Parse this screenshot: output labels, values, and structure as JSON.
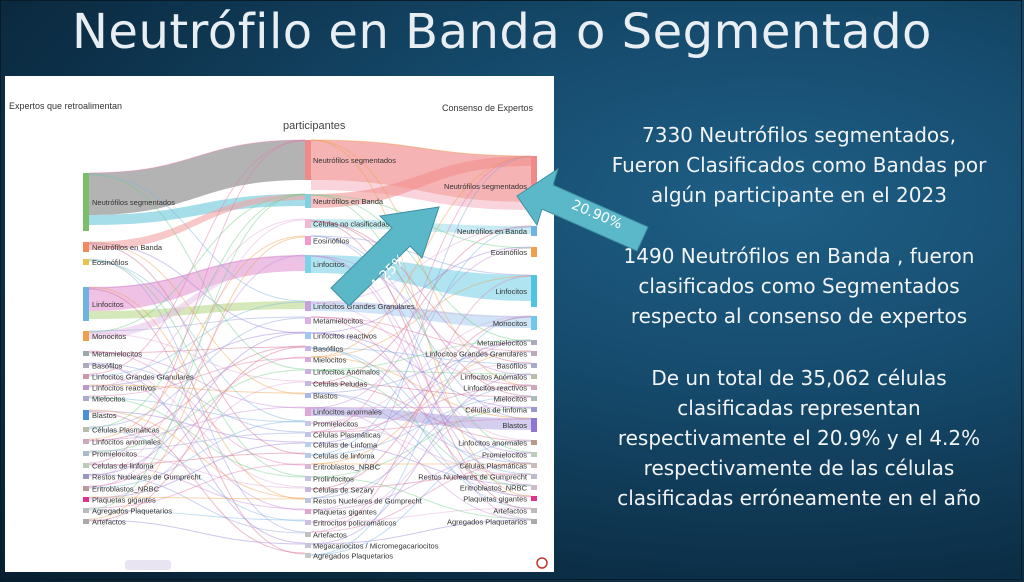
{
  "slide": {
    "title": "Neutrófilo en Banda o Segmentado",
    "paragraphs": [
      [
        "7330 Neutrófilos segmentados,",
        "Fueron Clasificados como Bandas por",
        "algún participante en el 2023"
      ],
      [
        "1490 Neutrófilos en Banda , fueron",
        "clasificados como Segmentados",
        "respecto al consenso de expertos"
      ],
      [
        "De un total de 35,062 células",
        "clasificadas representan",
        "respectivamente  el 20.9% y el 4.2%",
        "respectivamente de las células",
        "clasificadas erróneamente en el año"
      ]
    ]
  },
  "arrows": [
    {
      "label": "20.90%",
      "color": "#5bb8c9"
    },
    {
      "label": "4.25%",
      "color": "#5bb8c9"
    }
  ],
  "sankey": {
    "header_left": "Expertos que retroalimentan",
    "header_center": "participantes",
    "header_right": "Consenso de Expertos",
    "left_nodes": [
      {
        "label": "Neutrófilos segmentados",
        "color": "#7bbf6a"
      },
      {
        "label": "Neutrófilos en Banda",
        "color": "#ef8a5e"
      },
      {
        "label": "Eosinófilos",
        "color": "#e8c24a"
      },
      {
        "label": "Linfocitos",
        "color": "#6fb3e0"
      },
      {
        "label": "Monocitos",
        "color": "#f0a04b"
      },
      {
        "label": "Metamielocitos",
        "color": "#9aa"
      },
      {
        "label": "Basófilos",
        "color": "#aab"
      },
      {
        "label": "Linfocitos Grandes Granulares",
        "color": "#c9a"
      },
      {
        "label": "Linfocitos reactivos",
        "color": "#b9c"
      },
      {
        "label": "Mielocitos",
        "color": "#aac"
      },
      {
        "label": "Blastos",
        "color": "#4a90d9"
      },
      {
        "label": "Células Plasmáticas",
        "color": "#bba"
      },
      {
        "label": "Linfocitos anormales",
        "color": "#cab"
      },
      {
        "label": "Promielocitos",
        "color": "#abc"
      },
      {
        "label": "Celulas de linfoma",
        "color": "#bcb"
      },
      {
        "label": "Restos Nucleares de Gumprecht",
        "color": "#99b"
      },
      {
        "label": "Eritroblastos_NRBC",
        "color": "#b99"
      },
      {
        "label": "Plaquetas gigantes",
        "color": "#d38"
      },
      {
        "label": "Agregados Plaquetarios",
        "color": "#bbb"
      },
      {
        "label": "Artefactos",
        "color": "#aaa"
      }
    ],
    "center_nodes": [
      {
        "label": "Neutrófilos segmentados",
        "color": "#f08a8a"
      },
      {
        "label": "Neutrófilos en Banda",
        "color": "#7fd0e0"
      },
      {
        "label": "Células no clasificadas",
        "color": "#f5b7d2"
      },
      {
        "label": "Eosinófilos",
        "color": "#f39ad0"
      },
      {
        "label": "Linfocitos",
        "color": "#7cd2e6"
      },
      {
        "label": "Linfocitos Grandes Granulares",
        "color": "#c9a0dc"
      },
      {
        "label": "Metamielocitos",
        "color": "#dcb0e6"
      },
      {
        "label": "Linfocitos reactivos",
        "color": "#9fc9ee"
      },
      {
        "label": "Basófilos",
        "color": "#c8b4e8"
      },
      {
        "label": "Mielocitos",
        "color": "#d9a9e0"
      },
      {
        "label": "Linfocitos Anómalos",
        "color": "#cab0e0"
      },
      {
        "label": "Celulas Peludas",
        "color": "#c3b8e2"
      },
      {
        "label": "Blastos",
        "color": "#a9b8ec"
      },
      {
        "label": "Linfocitos anormales",
        "color": "#e0a8d8"
      },
      {
        "label": "Promielocitos",
        "color": "#c7c7e7"
      },
      {
        "label": "Células Plasmáticas",
        "color": "#bfc4e8"
      },
      {
        "label": "Células de Linfoma",
        "color": "#b8d0ec"
      },
      {
        "label": "Celulas de linfoma",
        "color": "#b5cbe6"
      },
      {
        "label": "Eritroblastos_NRBC",
        "color": "#d8b6d6"
      },
      {
        "label": "Prolinfocitos",
        "color": "#c6c0e2"
      },
      {
        "label": "Células de Sezary",
        "color": "#c9b7de"
      },
      {
        "label": "Restos Nucleares de Gumprecht",
        "color": "#bcc6e4"
      },
      {
        "label": "Plaquetas gigantes",
        "color": "#e1a7cf"
      },
      {
        "label": "Eritrocitos policromáticos",
        "color": "#cdbfe2"
      },
      {
        "label": "Artefactos",
        "color": "#c0c0c0"
      },
      {
        "label": "Megacariocitos / Micromegacariocitos",
        "color": "#c6c6da"
      },
      {
        "label": "Agregados Plaquetarios",
        "color": "#c8c8c8"
      }
    ],
    "right_nodes": [
      {
        "label": "Neutrófilos segmentados",
        "color": "#f08a8a"
      },
      {
        "label": "Neutrófilos en Banda",
        "color": "#6fb3e0"
      },
      {
        "label": "Eosinófilos",
        "color": "#f0a04b"
      },
      {
        "label": "Linfocitos",
        "color": "#4fc3e0"
      },
      {
        "label": "Monocitos",
        "color": "#6fc7ea"
      },
      {
        "label": "Metamielocitos",
        "color": "#aab"
      },
      {
        "label": "Linfocitos Grandes Granulares",
        "color": "#bab"
      },
      {
        "label": "Basófilos",
        "color": "#aac"
      },
      {
        "label": "Linfocitos Anómalos",
        "color": "#bba"
      },
      {
        "label": "Linfocitos reactivos",
        "color": "#cab"
      },
      {
        "label": "Mielocitos",
        "color": "#abb"
      },
      {
        "label": "Células de linfoma",
        "color": "#99c"
      },
      {
        "label": "Blastos",
        "color": "#8f76d6"
      },
      {
        "label": "Linfocitos anormales",
        "color": "#b98"
      },
      {
        "label": "Promielocitos",
        "color": "#bcb"
      },
      {
        "label": "Células Plasmáticas",
        "color": "#cbb"
      },
      {
        "label": "Restos Nucleares de Gumprecht",
        "color": "#bbc"
      },
      {
        "label": "Eritroblastos_NRBC",
        "color": "#cbc"
      },
      {
        "label": "Plaquetas gigantes",
        "color": "#d38"
      },
      {
        "label": "Artefactos",
        "color": "#bbb"
      },
      {
        "label": "Agregados Plaquetarios",
        "color": "#aaa"
      }
    ]
  }
}
